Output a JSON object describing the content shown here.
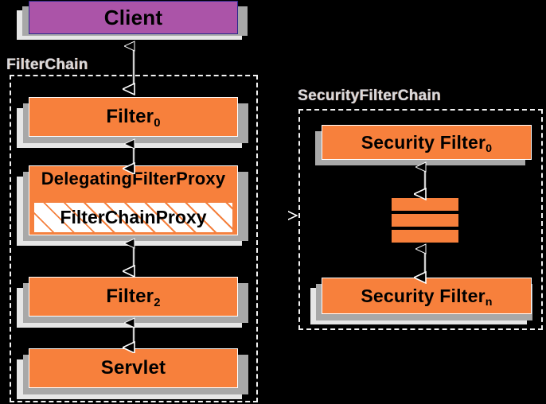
{
  "diagram": {
    "title": "Spring Security Filter Chain",
    "background_color": "#000000",
    "colors": {
      "client_fill": "#ab54a8",
      "client_border": "#2a2a8c",
      "filter_fill": "#f7803c",
      "shadow_dark": "#a8a8a8",
      "shadow_light": "#e6e6e6",
      "chain_border": "#f2f2f2",
      "hatch_line": "#f4813f",
      "hatch_fill": "#ffffff",
      "text": "#000000",
      "chain_label_text": "#d9d9d9"
    }
  },
  "nodes": {
    "client": {
      "label": "Client",
      "font_size": "26"
    },
    "filter0": {
      "label": "Filter",
      "sub": "0",
      "font_size": "24"
    },
    "delegating_filter_proxy": {
      "label": "DelegatingFilterProxy",
      "font_size": "22"
    },
    "filter_chain_proxy": {
      "label": "FilterChainProxy",
      "font_size": "23"
    },
    "filter2": {
      "label": "Filter",
      "sub": "2",
      "font_size": "24"
    },
    "servlet": {
      "label": "Servlet",
      "font_size": "24"
    },
    "security_filter0": {
      "label": "Security Filter",
      "sub": "0",
      "font_size": "23"
    },
    "security_filtern": {
      "label": "Security Filter",
      "sub": "n",
      "font_size": "23"
    }
  },
  "containers": {
    "filter_chain": {
      "label": "FilterChain"
    },
    "security_filter_chain": {
      "label": "SecurityFilterChain"
    }
  },
  "ellipsis": {
    "description": "three stacked orange bars indicating additional security filters",
    "bar_count": 3
  },
  "connections": [
    {
      "from": "filter0",
      "to": "client",
      "style": "bidirectional"
    },
    {
      "from": "delegating_filter_proxy",
      "to": "filter0",
      "style": "bidirectional"
    },
    {
      "from": "filter2",
      "to": "delegating_filter_proxy",
      "style": "bidirectional"
    },
    {
      "from": "servlet",
      "to": "filter2",
      "style": "bidirectional"
    },
    {
      "from": "ellipsis",
      "to": "security_filter0",
      "style": "bidirectional"
    },
    {
      "from": "security_filtern",
      "to": "ellipsis",
      "style": "bidirectional"
    },
    {
      "from": "filter_chain",
      "to": "security_filter_chain",
      "style": "delegation-arrowhead"
    }
  ]
}
